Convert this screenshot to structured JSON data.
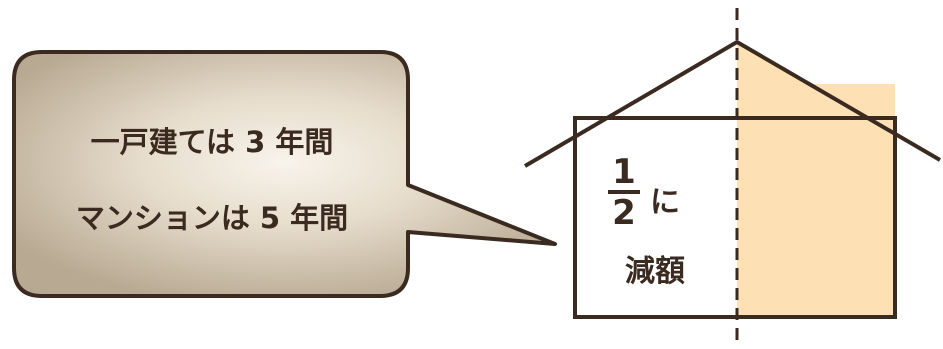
{
  "bubble": {
    "line1": "一戸建ては 3 年間",
    "line2": "マンションは 5 年間"
  },
  "house": {
    "fraction_numerator": "1",
    "fraction_denominator": "2",
    "suffix": "に",
    "reduction_label": "減額"
  },
  "colors": {
    "bubble_fill_center": "#f7f2e8",
    "bubble_fill_edge": "#b9aa93",
    "stroke": "#3a2a20",
    "shaded_half": "#fde0b4"
  }
}
